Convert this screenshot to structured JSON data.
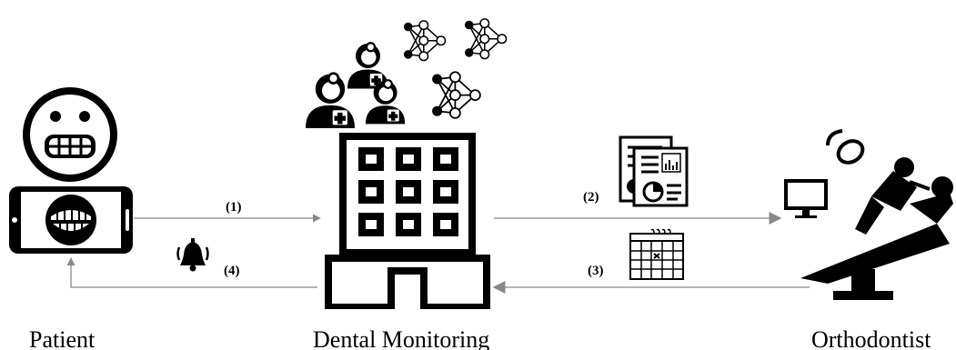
{
  "actors": {
    "patient": "Patient",
    "dental_monitoring": "Dental Monitoring",
    "orthodontist": "Orthodontist"
  },
  "steps": {
    "step1": "(1)",
    "step2": "(2)",
    "step3": "(3)",
    "step4": "(4)"
  },
  "icons": {
    "patient_face": "grinning-face-icon",
    "phone": "smartphone-teeth-icon",
    "building": "office-building-icon",
    "doctors": "doctor-icon",
    "networks": "neural-network-icon",
    "reports": "report-documents-icon",
    "calendar": "calendar-icon",
    "bell": "notification-bell-icon",
    "dental_chair": "dental-chair-icon",
    "monitor": "monitor-icon"
  },
  "colors": {
    "ink": "#000000",
    "arrow": "#888888"
  }
}
